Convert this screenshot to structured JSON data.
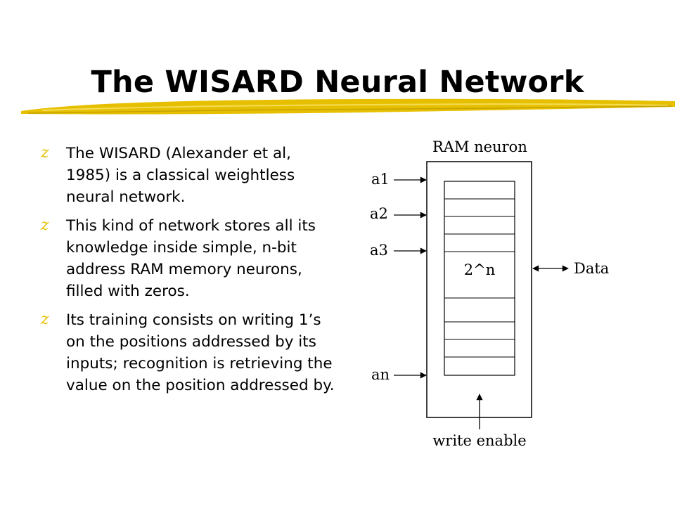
{
  "slide": {
    "title": "The WISARD Neural Network",
    "bullet_icon": "z",
    "accent_color": "#e6c000",
    "bullets": [
      "The WISARD (Alexander et al, 1985) is a classical weightless neural network.",
      "This kind of network stores all its knowledge inside simple, n-bit address RAM memory neurons, filled with zeros.",
      "Its training consists on writing 1’s on the positions addressed by its inputs; recognition is retrieving the value on the position addressed by."
    ]
  },
  "diagram": {
    "title": "RAM neuron",
    "inputs": [
      "a1",
      "a2",
      "a3",
      "an"
    ],
    "memory_label": "2^n",
    "data_label": "Data",
    "write_enable_label": "write enable"
  }
}
